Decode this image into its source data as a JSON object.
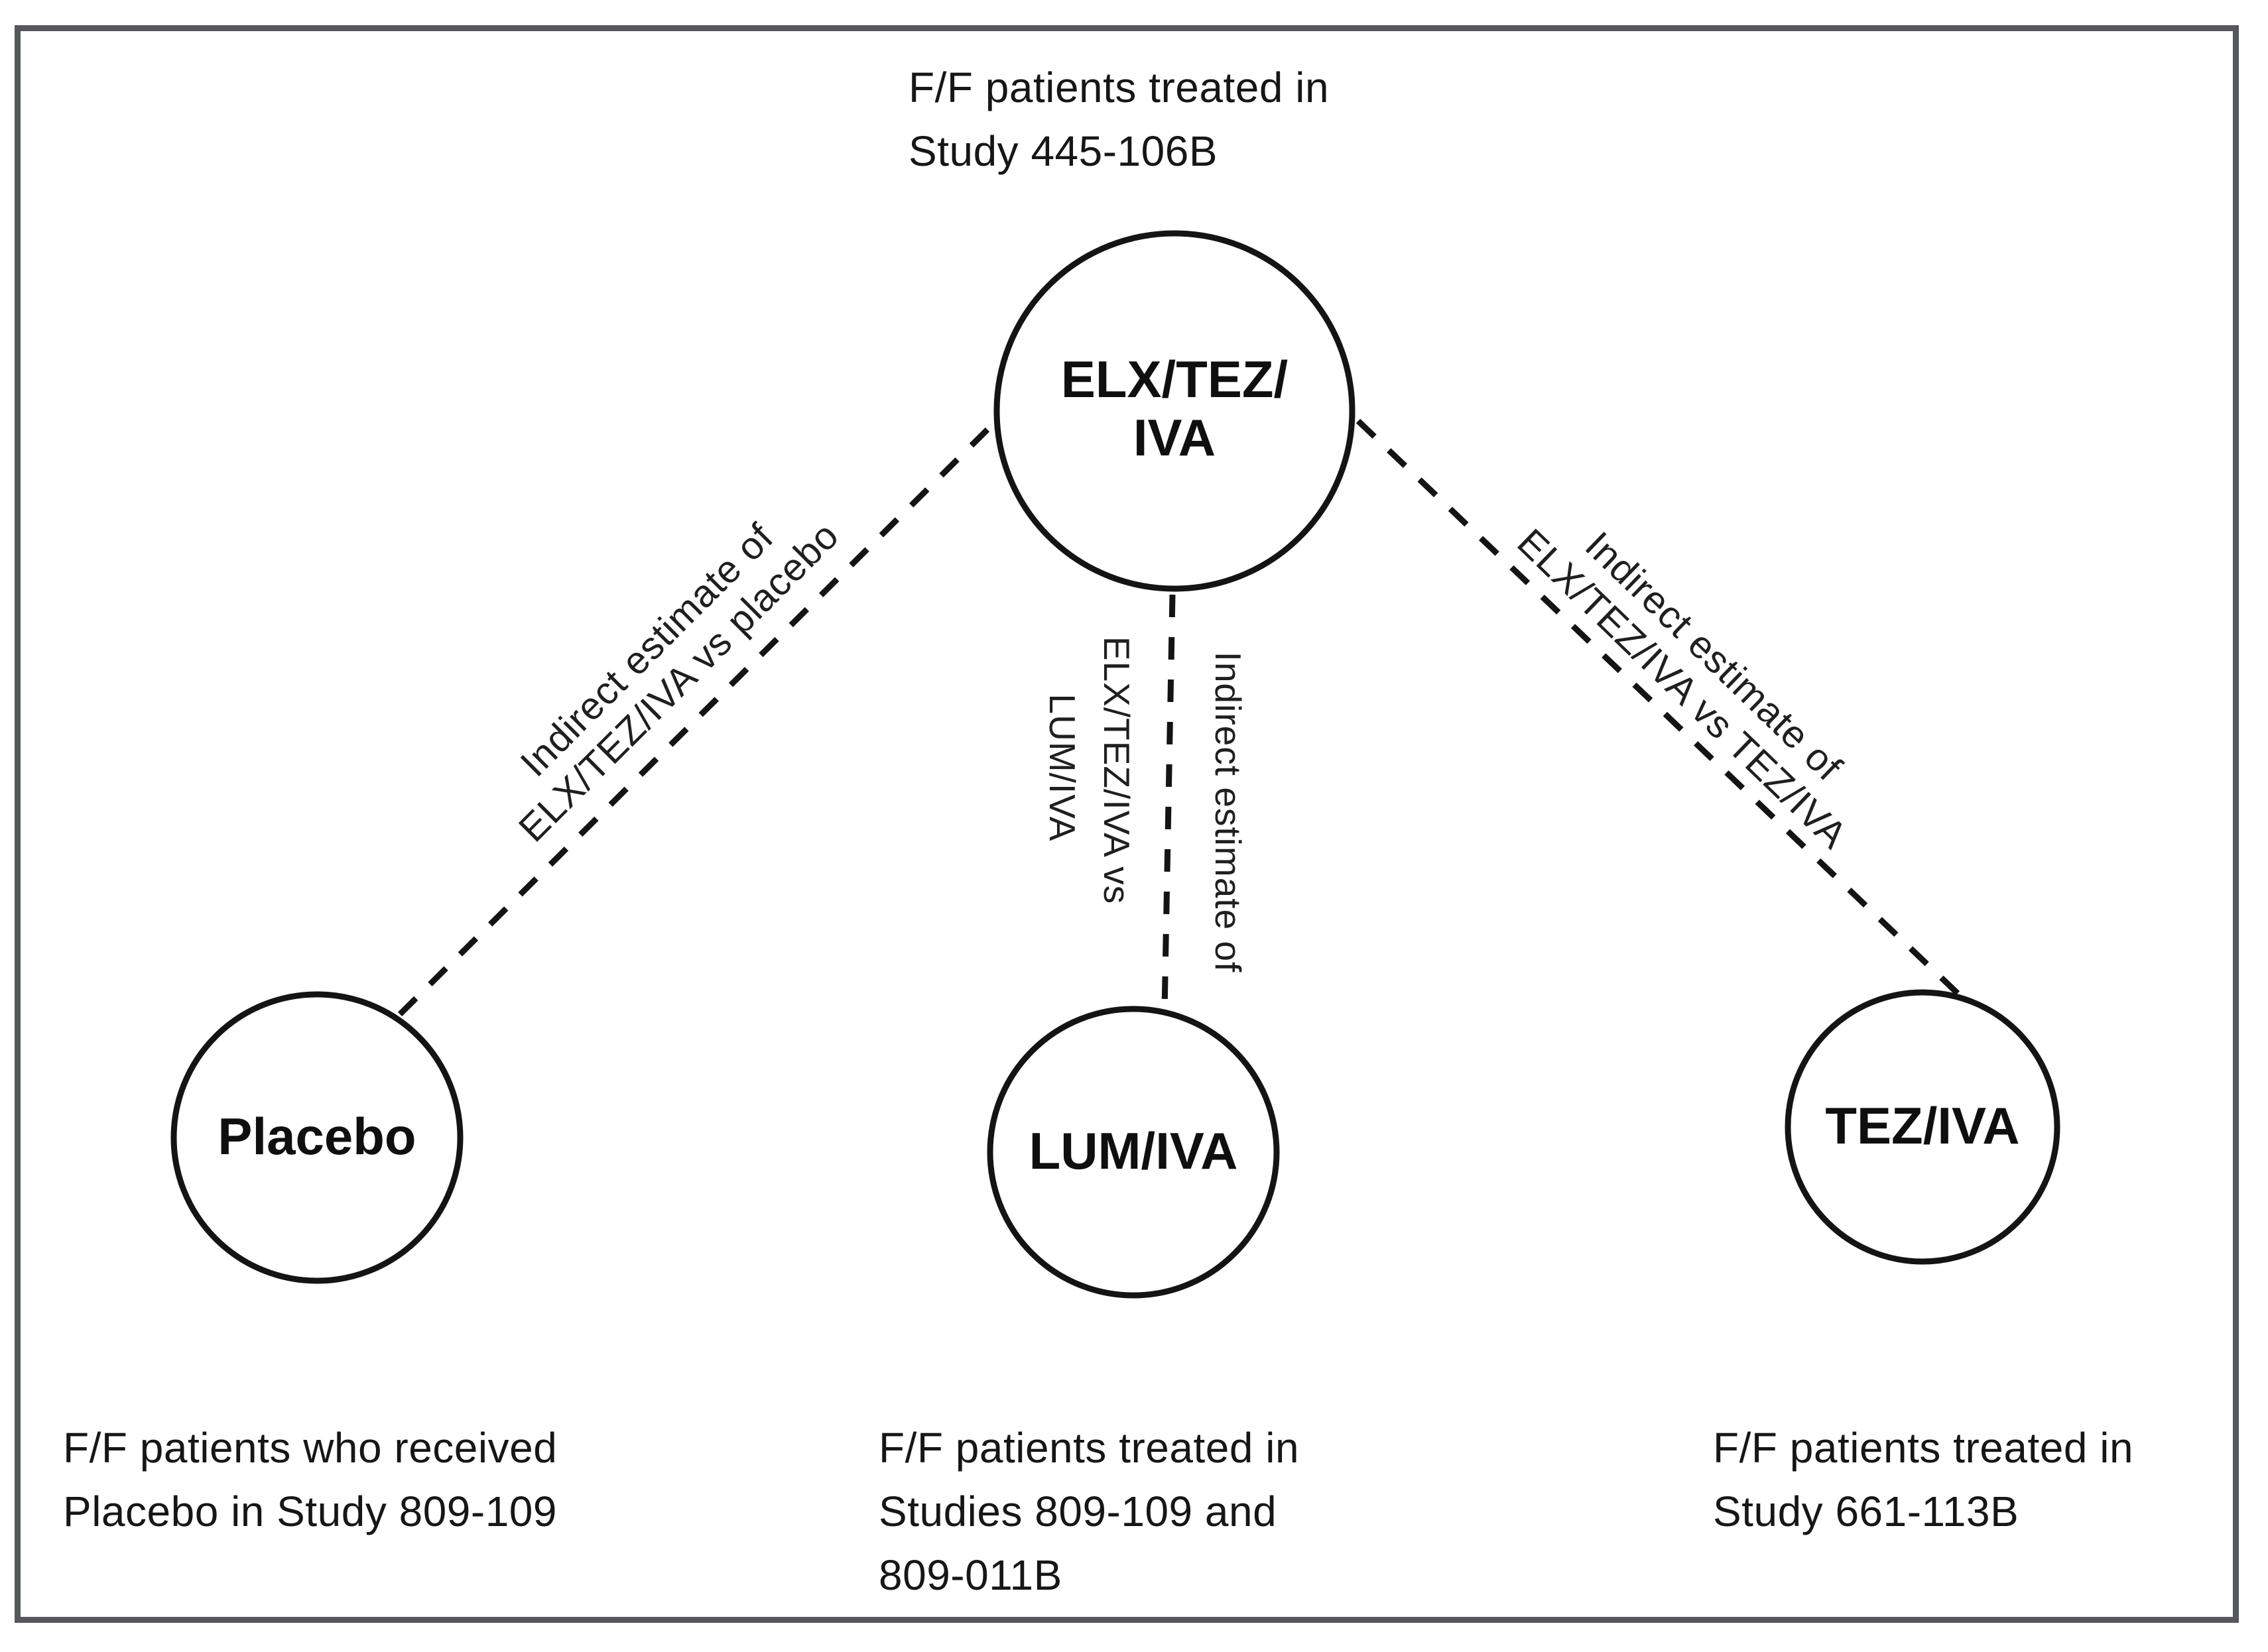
{
  "nodes": {
    "elx_tez_iva": {
      "label_line1": "ELX/TEZ/",
      "label_line2": "IVA",
      "caption_line1": "F/F patients treated in",
      "caption_line2": "Study 445-106B"
    },
    "placebo": {
      "label": "Placebo",
      "caption_line1": "F/F patients who received",
      "caption_line2": "Placebo in Study 809-109"
    },
    "lum_iva": {
      "label": "LUM/IVA",
      "caption_line1": "F/F patients treated in",
      "caption_line2": "Studies 809-109 and",
      "caption_line3": "809-011B"
    },
    "tez_iva": {
      "label": "TEZ/IVA",
      "caption_line1": "F/F patients treated in",
      "caption_line2": "Study 661-113B"
    }
  },
  "edges": {
    "elx_vs_placebo": {
      "label_line1": "Indirect estimate of",
      "label_line2": "ELX/TEZ/IVA vs placebo"
    },
    "elx_vs_lum_iva": {
      "label_right": "Indirect estimate of",
      "label_left_line1": "ELX/TEZ/IVA vs",
      "label_left_line2": "LUM/IVA"
    },
    "elx_vs_tez_iva": {
      "label_line1": "Indirect estimate of",
      "label_line2": "ELX/TEZ/IVA vs TEZ/IVA"
    }
  },
  "colors": {
    "ink": "#141414",
    "frame_border": "#54575b",
    "background": "#ffffff"
  }
}
